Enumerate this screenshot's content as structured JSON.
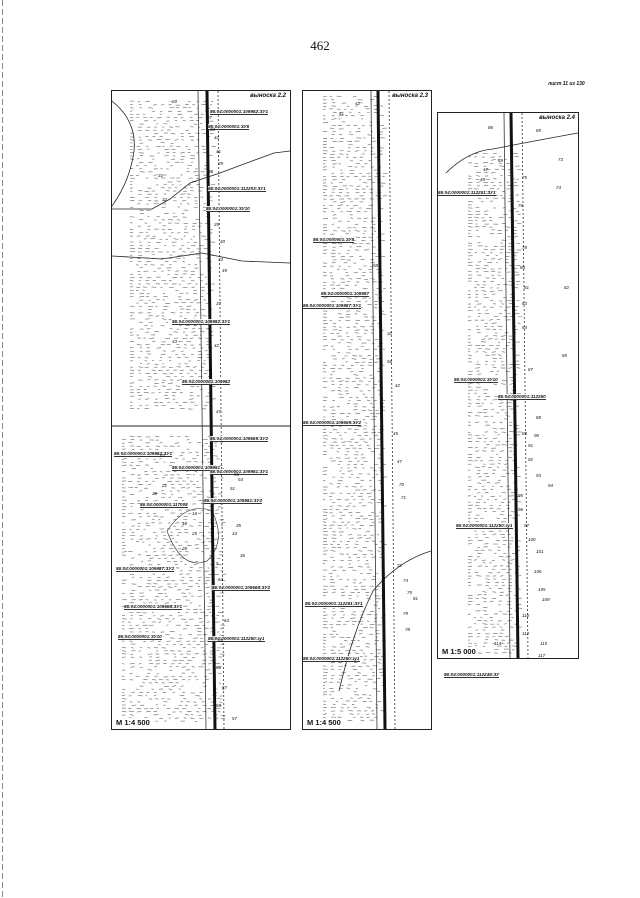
{
  "page_number": "462",
  "sheet_label": "лист 11 из 130",
  "panels": {
    "p22": {
      "callout": "выноска 2.2",
      "scale": "M 1:4 500",
      "labels": [
        "86:04:0000001:109982:ЗУ1",
        "86:04:0000001:ЗУ6",
        "86:04:0000001:112203:ЗУ1",
        "86:04:0000001:ЗУ10",
        "86:04:0000001:109982:ЗУ1",
        "86:04:0000001:109982",
        "86:04:0000001:109669:ЗУ2",
        "86:04:0000001:109982:ЗУ1",
        "86:04:0000001:109981",
        "86:04:0000001:109981:ЗУ1",
        "86:04:0000001:109981:ЗУ2",
        "86:04:0000001:117008",
        "86:04:0000001:109987:ЗУ2",
        "86:04:0000001:109668:ЗУ2",
        "86:04:0000001:109668:ЗУ1",
        "86:04:0000001:ЗУ10",
        "86:04:0000001:112250:зу1"
      ],
      "numbers": [
        "20",
        "27",
        "34",
        "42",
        "41",
        "29",
        "31",
        "30",
        "32",
        "40",
        "39",
        "33",
        "49",
        "37",
        "43",
        "42",
        "47",
        "52",
        "55",
        "54",
        "51",
        "35",
        "34",
        "36",
        "5",
        "64",
        "63",
        "65",
        "66",
        "67",
        "58",
        "57",
        "16",
        "21",
        "25",
        "28",
        "38",
        "18"
      ]
    },
    "p23": {
      "callout": "выноска 2.3",
      "scale": "M 1:4 500",
      "labels": [
        "86:04:0000001:ЗУ8",
        "86:04:0000001:109987",
        "86:04:0000001:109987:ЗУ1",
        "86:04:0000001:109669:ЗУ2",
        "86:04:0000001:112251:ЗУ1",
        "86:04:0000001:112250:зу1"
      ],
      "numbers": [
        "42",
        "41",
        "58",
        "56",
        "32",
        "42",
        "45",
        "47",
        "70",
        "71",
        "72",
        "74",
        "75",
        "81",
        "79",
        "78"
      ]
    },
    "p24": {
      "callout": "выноска 2.4",
      "scale": "M 1:5 000",
      "labels": [
        "86:04:0000001:112251:ЗУ1",
        "86:04:0000001:ЗУ10",
        "86:04:0000001:112250",
        "86:04:0000001:112250:зу1",
        "86:04:0000001:112249:ЗУ"
      ],
      "numbers": [
        "86",
        "85",
        "69",
        "73",
        "74",
        "47",
        "48",
        "75",
        "76",
        "78",
        "80",
        "81",
        "82",
        "83",
        "84",
        "85",
        "87",
        "88",
        "89",
        "90",
        "91",
        "92",
        "93",
        "94",
        "95",
        "96",
        "97",
        "100",
        "101",
        "106",
        "105",
        "109",
        "110",
        "112",
        "114",
        "115",
        "117"
      ]
    }
  }
}
